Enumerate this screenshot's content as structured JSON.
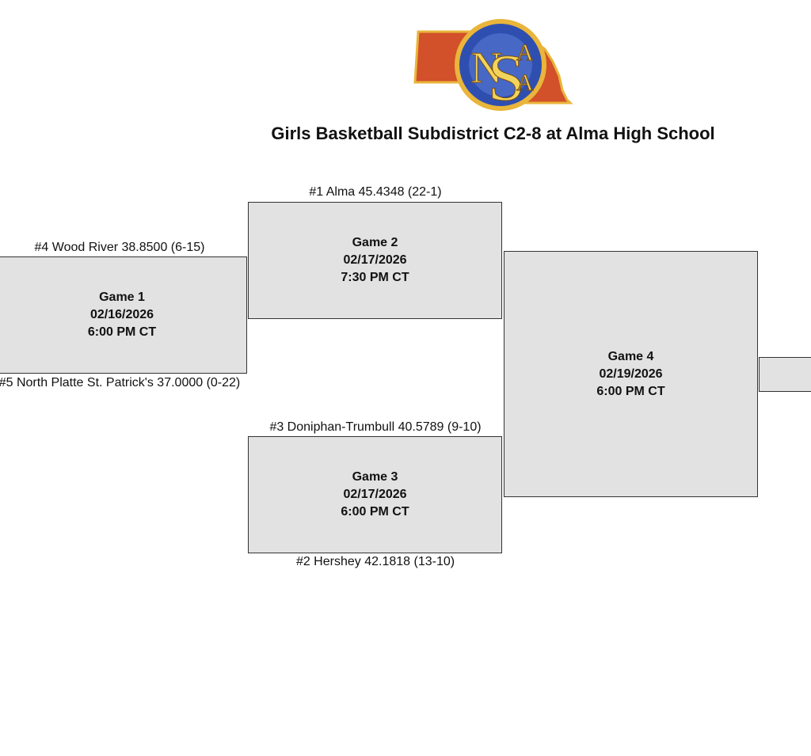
{
  "logo": {
    "letters": [
      "N",
      "S",
      "A",
      "A"
    ],
    "colors": {
      "state": "#d2502a",
      "medallion": "#2f4fb0",
      "gold": "#f3d45a"
    }
  },
  "title": "Girls Basketball Subdistrict C2-8 at Alma High School",
  "games": [
    {
      "label": "Game 1",
      "date": "02/16/2026",
      "time": "6:00 PM CT"
    },
    {
      "label": "Game 2",
      "date": "02/17/2026",
      "time": "7:30 PM CT"
    },
    {
      "label": "Game 3",
      "date": "02/17/2026",
      "time": "6:00 PM CT"
    },
    {
      "label": "Game 4",
      "date": "02/19/2026",
      "time": "6:00 PM CT"
    }
  ],
  "teams": {
    "game1_top": "#4 Wood River 38.8500 (6-15)",
    "game1_bottom": "#5 North Platte St. Patrick's 37.0000 (0-22)",
    "game2_top": "#1 Alma 45.4348 (22-1)",
    "game3_top": "#3 Doniphan-Trumbull 40.5789 (9-10)",
    "game3_bottom": "#2 Hershey 42.1818 (13-10)"
  },
  "colors": {
    "box_fill": "#e2e2e2",
    "box_border": "#333333"
  }
}
